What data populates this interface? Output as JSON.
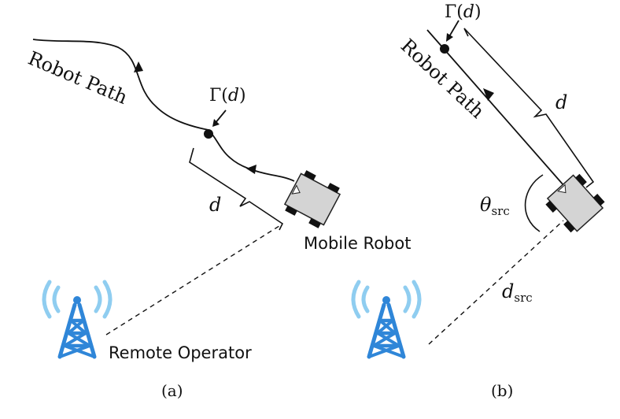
{
  "panel_a": {
    "path_label": "Robot Path",
    "gamma_label": "Γ(d)",
    "d_label": "d",
    "robot_label": "Mobile Robot",
    "operator_label": "Remote Operator",
    "caption": "(a)"
  },
  "panel_b": {
    "path_label": "Robot Path",
    "gamma_label": "Γ(d)",
    "d_label": "d",
    "theta_label": "θ",
    "theta_sub": "src",
    "dsrc_label": "d",
    "dsrc_sub": "src",
    "caption": "(b)"
  },
  "colors": {
    "tower": "#2f86d8",
    "waves": "#8fcdf0",
    "robot_body": "#d4d4d4",
    "line": "#111111"
  }
}
